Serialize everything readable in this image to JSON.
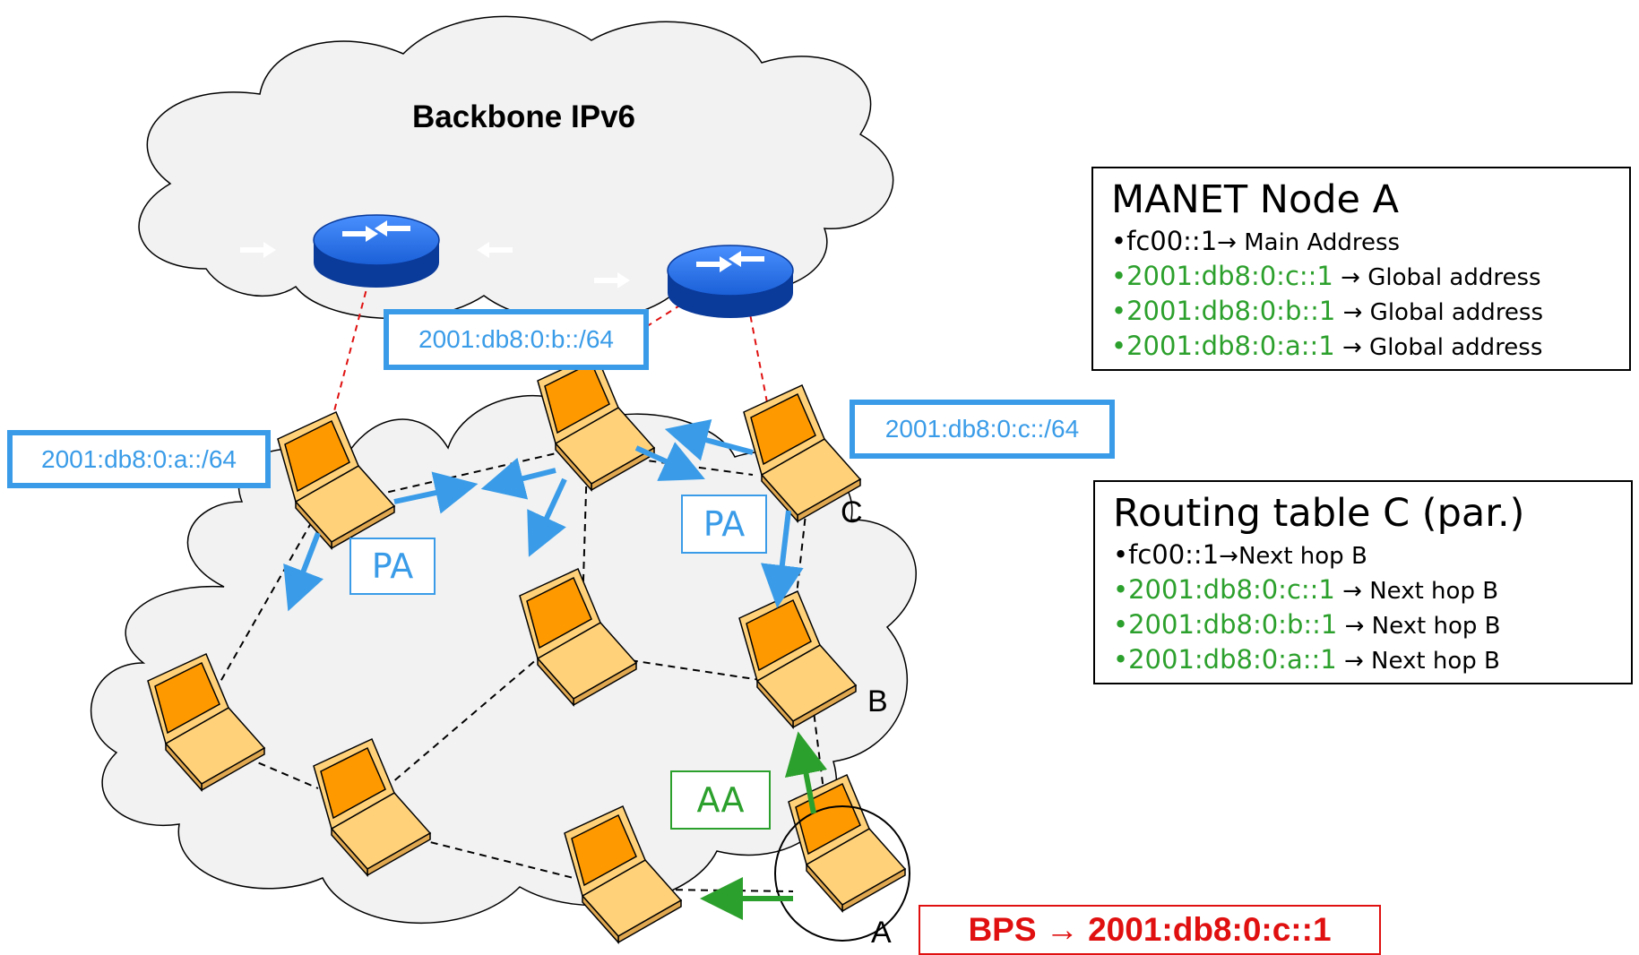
{
  "backbone": {
    "title": "Backbone IPv6"
  },
  "prefixes": {
    "a": "2001:db8:0:a::/64",
    "b": "2001:db8:0:b::/64",
    "c": "2001:db8:0:c::/64"
  },
  "messages": {
    "pa1": "PA",
    "pa2": "PA",
    "aa": "AA"
  },
  "node_labels": {
    "a": "A",
    "b": "B",
    "c": "C"
  },
  "bps": {
    "prefix": "BPS",
    "arrow": "→",
    "address": "2001:db8:0:c::1"
  },
  "manet_node": {
    "title": "MANET Node A",
    "rows": [
      {
        "bullet": "•",
        "address": "fc00::1",
        "arrow": "→",
        "description": " Main Address",
        "color": "black"
      },
      {
        "bullet": "•",
        "address": "2001:db8:0:c::1",
        "arrow": " →",
        "description": " Global address",
        "color": "green"
      },
      {
        "bullet": "•",
        "address": "2001:db8:0:b::1",
        "arrow": " →",
        "description": " Global address",
        "color": "green"
      },
      {
        "bullet": "•",
        "address": "2001:db8:0:a::1",
        "arrow": " →",
        "description": " Global address",
        "color": "green"
      }
    ]
  },
  "routing_table": {
    "title": "Routing table C (par.)",
    "rows": [
      {
        "bullet": "•",
        "address": "fc00::1",
        "arrow": "→",
        "description": "Next hop B",
        "color": "black"
      },
      {
        "bullet": "•",
        "address": "2001:db8:0:c::1",
        "arrow": " →",
        "description": " Next hop B",
        "color": "green"
      },
      {
        "bullet": "•",
        "address": "2001:db8:0:b::1",
        "arrow": " →",
        "description": " Next hop B",
        "color": "green"
      },
      {
        "bullet": "•",
        "address": "2001:db8:0:a::1",
        "arrow": " →",
        "description": " Next hop B",
        "color": "green"
      }
    ]
  },
  "colors": {
    "prefix_blue": "#3a9ce8",
    "green": "#2ca02c",
    "red": "#e01010",
    "router": "#1a5fd6",
    "laptop_screen": "#ff9900",
    "laptop_body": "#ffd27a"
  },
  "icons": {
    "router": "router-icon",
    "laptop": "laptop-icon"
  }
}
